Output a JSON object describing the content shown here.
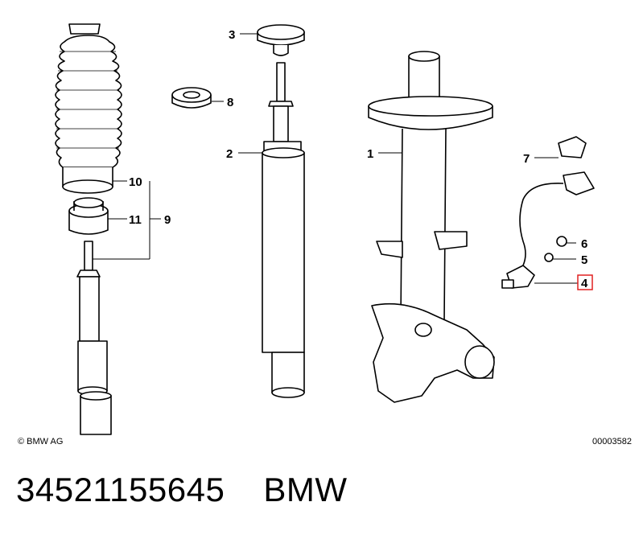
{
  "callouts": {
    "c1": "1",
    "c2": "2",
    "c3": "3",
    "c4": "4",
    "c5": "5",
    "c6": "6",
    "c7": "7",
    "c8": "8",
    "c9": "9",
    "c10": "10",
    "c11": "11"
  },
  "highlight_color": "#e02020",
  "copyright": "© BMW AG",
  "diagram_id": "00003582",
  "footer": {
    "part_number": "34521155645",
    "brand": "BMW"
  }
}
